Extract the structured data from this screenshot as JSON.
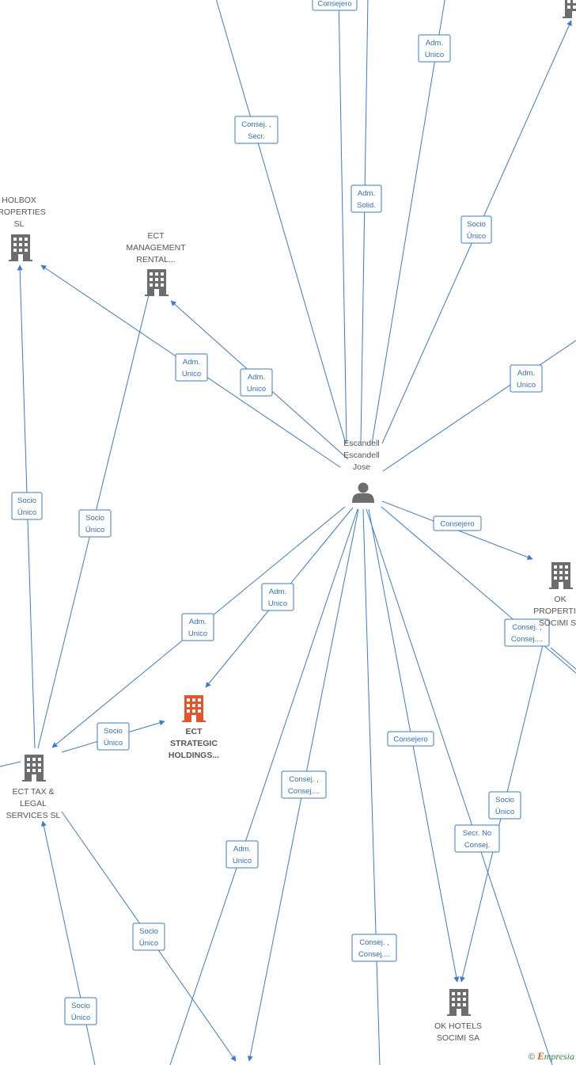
{
  "colors": {
    "edge": "#3a7bd5",
    "building": "#6d6d6d",
    "building_highlight": "#e8532a",
    "person": "#6d6d6d"
  },
  "nodes": [
    {
      "id": "person",
      "type": "person",
      "icon": "person-icon",
      "lines": [
        "Escandell",
        "Escandell",
        "Jose"
      ]
    },
    {
      "id": "holbox",
      "type": "company",
      "icon": "building-icon",
      "lines": [
        "HOLBOX",
        "PROPERTIES",
        "SL"
      ]
    },
    {
      "id": "ect_mgmt",
      "type": "company",
      "icon": "building-icon",
      "lines": [
        "ECT",
        "MANAGEMENT",
        "RENTAL..."
      ]
    },
    {
      "id": "ect_strategic",
      "type": "company",
      "icon": "building-icon",
      "highlight": true,
      "lines": [
        "ECT",
        "STRATEGIC",
        "HOLDINGS..."
      ]
    },
    {
      "id": "ect_tax",
      "type": "company",
      "icon": "building-icon",
      "lines": [
        "ECT TAX &",
        "LEGAL",
        "SERVICES  SL"
      ]
    },
    {
      "id": "ok_prop",
      "type": "company",
      "icon": "building-icon",
      "lines": [
        "OK",
        "PROPERTIES",
        "SOCIMI SA"
      ]
    },
    {
      "id": "ok_hotels",
      "type": "company",
      "icon": "building-icon",
      "lines": [
        "OK HOTELS",
        "SOCIMI SA"
      ]
    },
    {
      "id": "top_right",
      "type": "company",
      "icon": "building-icon",
      "lines": []
    }
  ],
  "edges": [
    {
      "label": [
        "Consejero"
      ]
    },
    {
      "label": [
        "Adm.",
        "Unico"
      ]
    },
    {
      "label": [
        "Consej. ,",
        "Secr."
      ]
    },
    {
      "label": [
        "Adm.",
        "Solid."
      ]
    },
    {
      "label": [
        "Socio",
        "Único"
      ]
    },
    {
      "label": [
        "Adm.",
        "Unico"
      ]
    },
    {
      "label": [
        "Adm.",
        "Unico"
      ]
    },
    {
      "label": [
        "Adm.",
        "Unico"
      ]
    },
    {
      "label": [
        "Socio",
        "Único"
      ]
    },
    {
      "label": [
        "Socio",
        "Único"
      ]
    },
    {
      "label": [
        "Consejero"
      ]
    },
    {
      "label": [
        "Consej. ,",
        "Consej...."
      ]
    },
    {
      "label": [
        "Adm.",
        "Unico"
      ]
    },
    {
      "label": [
        "Adm.",
        "Unico"
      ]
    },
    {
      "label": [
        "Socio",
        "Único"
      ]
    },
    {
      "label": [
        "Consejero"
      ]
    },
    {
      "label": [
        "Consej. ,",
        "Consej...."
      ]
    },
    {
      "label": [
        "Socio",
        "Único"
      ]
    },
    {
      "label": [
        "Secr.  No",
        "Consej."
      ]
    },
    {
      "label": [
        "Adm.",
        "Unico"
      ]
    },
    {
      "label": [
        "Consej. ,",
        "Consej...."
      ]
    },
    {
      "label": [
        "Socio",
        "Único"
      ]
    },
    {
      "label": [
        "Socio",
        "Único"
      ]
    }
  ],
  "footer": {
    "copyright_symbol": "©",
    "brand_initial": "E",
    "brand_rest": "mpresia"
  }
}
